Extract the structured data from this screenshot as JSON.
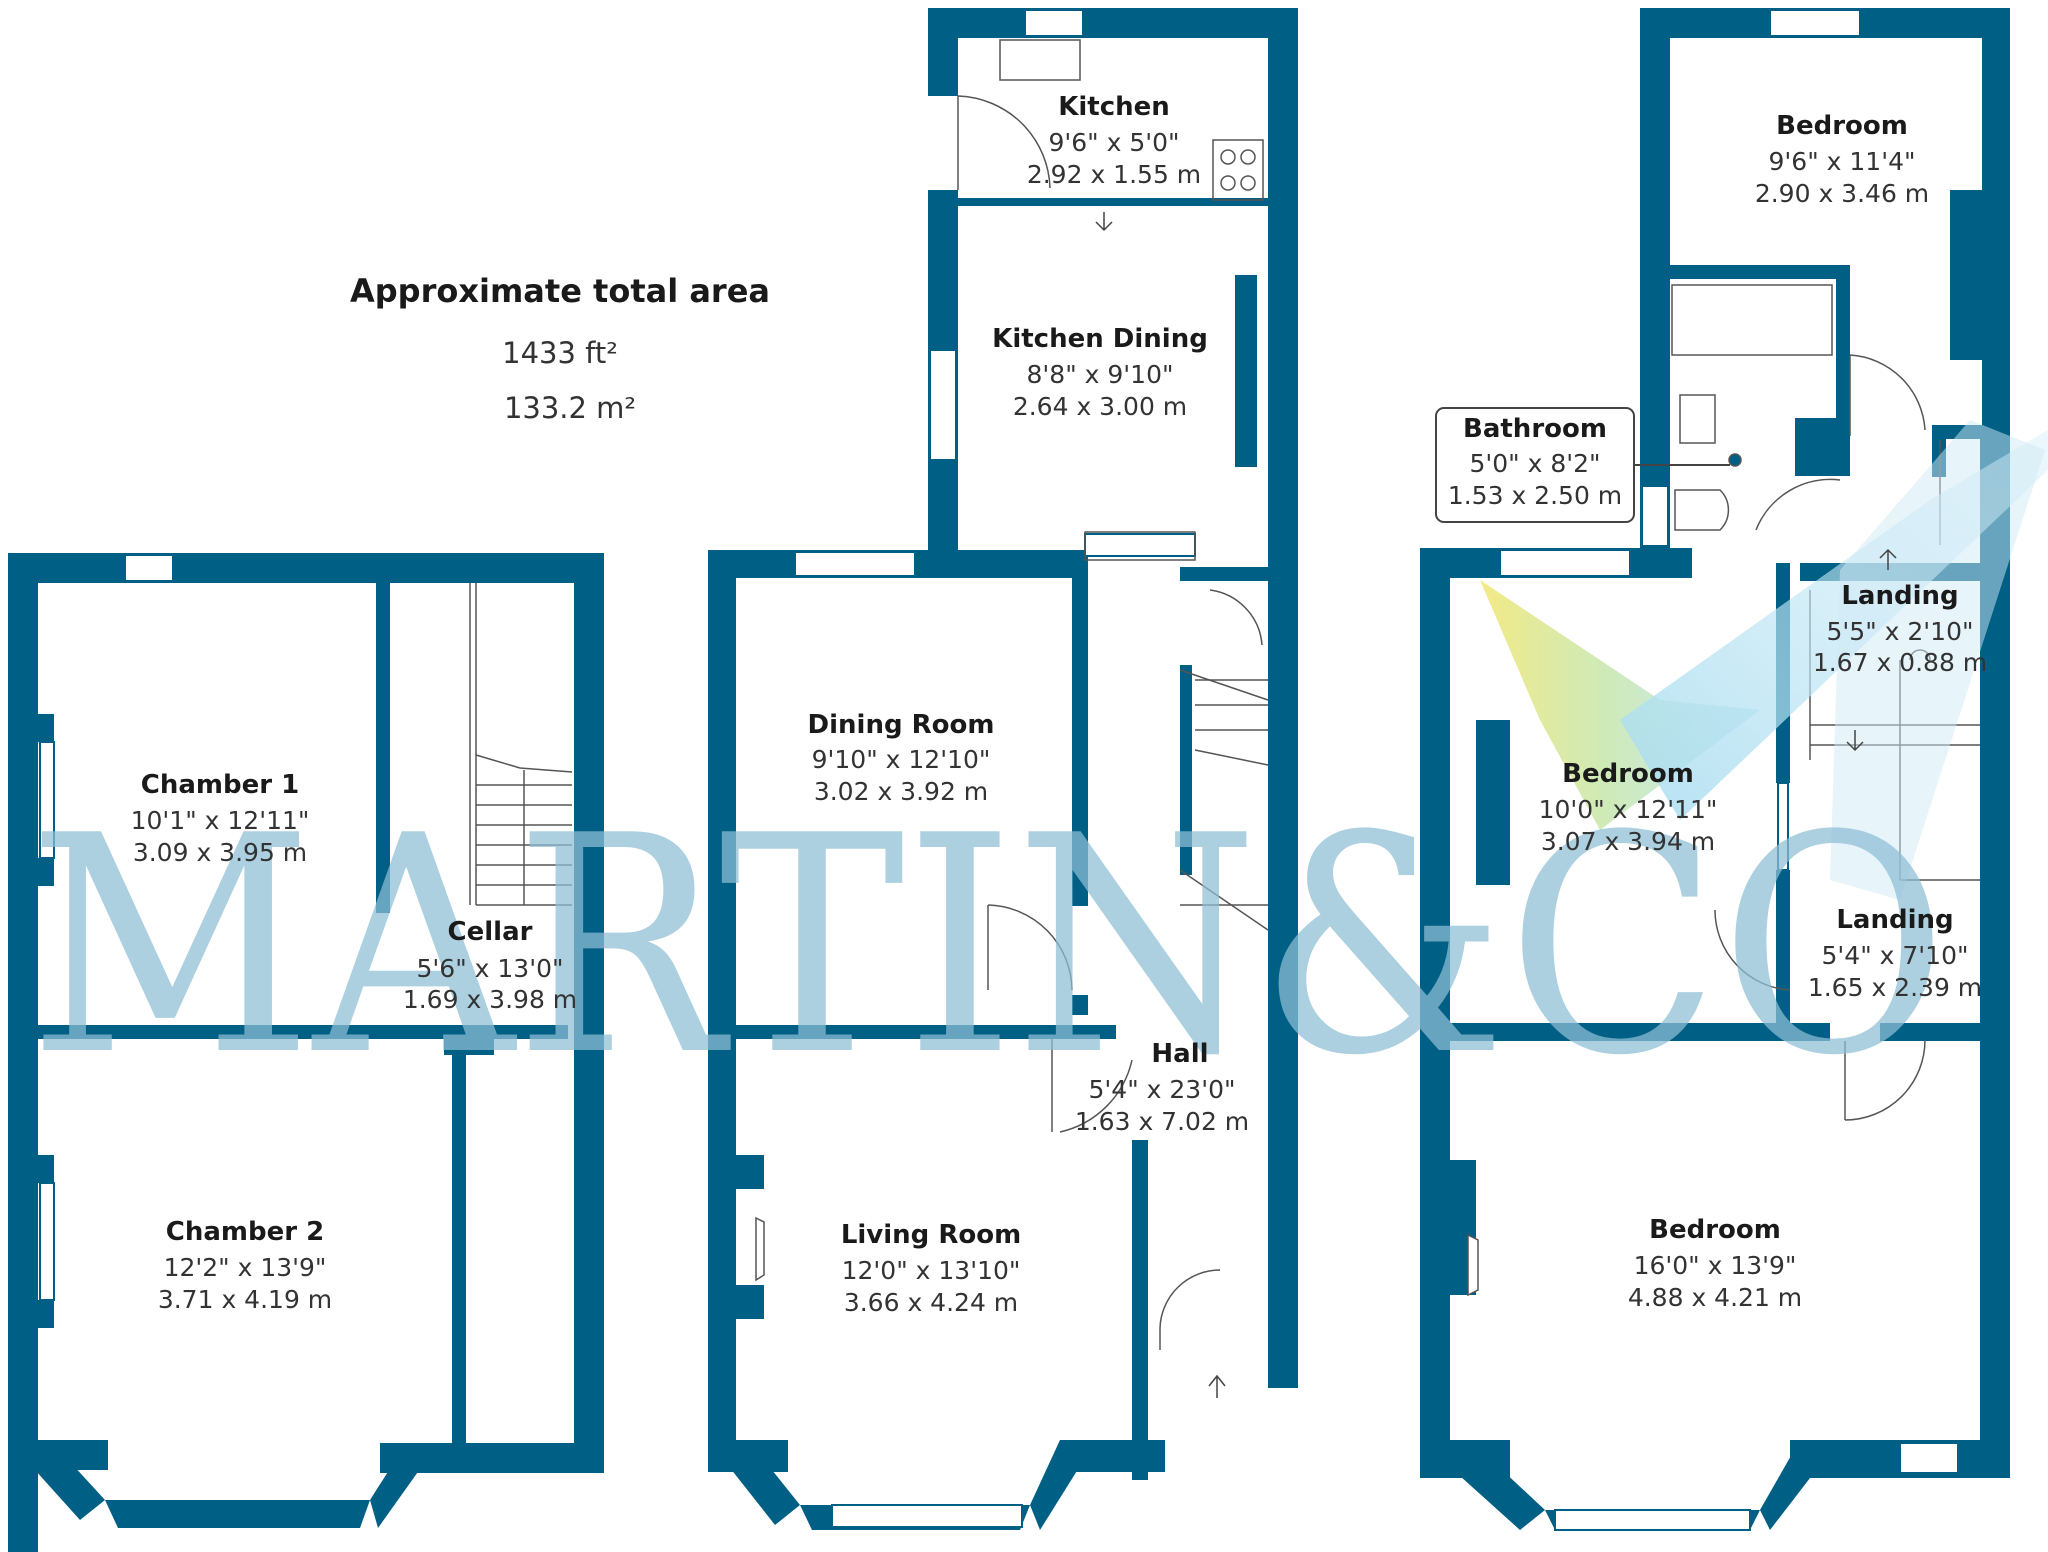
{
  "area": {
    "title": "Approximate total area",
    "ft": "1433 ft²",
    "m": "133.2 m²"
  },
  "watermark": "MARTIN&CO",
  "colors": {
    "wall": "#005f84",
    "watermark": "#8ebfd6",
    "text": "#1a1a1a"
  },
  "rooms": {
    "kitchen": {
      "name": "Kitchen",
      "imperial": "9'6\" x 5'0\"",
      "metric": "2.92 x 1.55 m"
    },
    "kitchen_dining": {
      "name": "Kitchen Dining",
      "imperial": "8'8\" x 9'10\"",
      "metric": "2.64 x 3.00 m"
    },
    "dining": {
      "name": "Dining Room",
      "imperial": "9'10\" x 12'10\"",
      "metric": "3.02 x 3.92 m"
    },
    "hall": {
      "name": "Hall",
      "imperial": "5'4\" x 23'0\"",
      "metric": "1.63 x 7.02 m"
    },
    "living": {
      "name": "Living Room",
      "imperial": "12'0\" x 13'10\"",
      "metric": "3.66 x 4.24 m"
    },
    "chamber1": {
      "name": "Chamber 1",
      "imperial": "10'1\" x 12'11\"",
      "metric": "3.09 x 3.95 m"
    },
    "cellar": {
      "name": "Cellar",
      "imperial": "5'6\" x 13'0\"",
      "metric": "1.69 x 3.98 m"
    },
    "chamber2": {
      "name": "Chamber 2",
      "imperial": "12'2\" x 13'9\"",
      "metric": "3.71 x 4.19 m"
    },
    "bedroom_rear": {
      "name": "Bedroom",
      "imperial": "9'6\" x 11'4\"",
      "metric": "2.90 x 3.46 m"
    },
    "bathroom": {
      "name": "Bathroom",
      "imperial": "5'0\" x 8'2\"",
      "metric": "1.53 x 2.50 m"
    },
    "landing_upper": {
      "name": "Landing",
      "imperial": "5'5\" x 2'10\"",
      "metric": "1.67 x 0.88 m"
    },
    "bedroom_mid": {
      "name": "Bedroom",
      "imperial": "10'0\" x 12'11\"",
      "metric": "3.07 x 3.94 m"
    },
    "landing_lower": {
      "name": "Landing",
      "imperial": "5'4\" x 7'10\"",
      "metric": "1.65 x 2.39 m"
    },
    "bedroom_front": {
      "name": "Bedroom",
      "imperial": "16'0\" x 13'9\"",
      "metric": "4.88 x 4.21 m"
    }
  }
}
